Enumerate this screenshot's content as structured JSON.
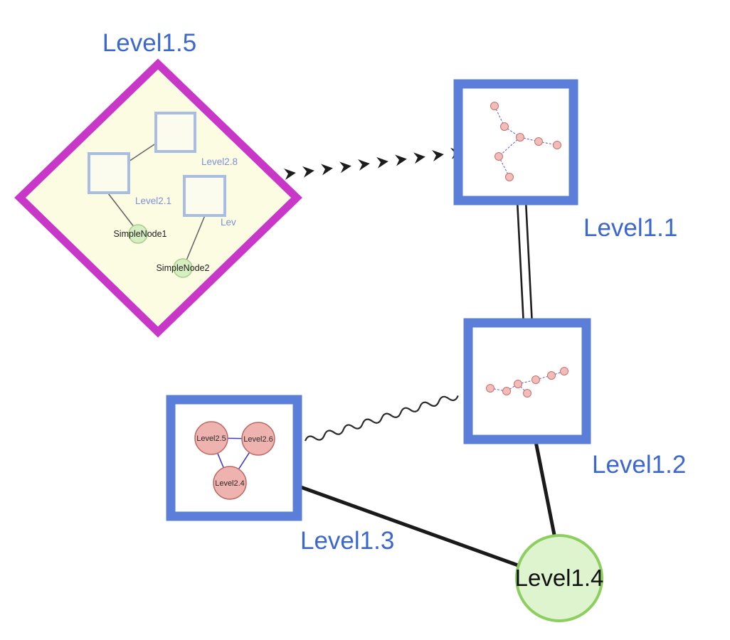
{
  "diagram": {
    "group_node": {
      "label": "Level1.5",
      "children": {
        "square_top_label": "Level2.8",
        "square_left_label": "Level2.1",
        "square_right_label": "Lev",
        "simple_node_1": "SimpleNode1",
        "simple_node_2": "SimpleNode2"
      }
    },
    "nodes": {
      "level11": {
        "label": "Level1.1"
      },
      "level12": {
        "label": "Level1.2"
      },
      "level13": {
        "label": "Level1.3",
        "children": {
          "c1": "Level2.5",
          "c2": "Level2.6",
          "c3": "Level2.4"
        }
      },
      "level14": {
        "label": "Level1.4"
      }
    },
    "edges": [
      {
        "from": "Level1.5",
        "to": "Level1.1",
        "style": "dashed-arrow-chain"
      },
      {
        "from": "Level1.1",
        "to": "Level1.2",
        "style": "double-line"
      },
      {
        "from": "Level1.3",
        "to": "Level1.2",
        "style": "wavy"
      },
      {
        "from": "Level1.3",
        "to": "Level1.4",
        "style": "solid"
      },
      {
        "from": "Level1.2",
        "to": "Level1.4",
        "style": "solid"
      }
    ],
    "colors": {
      "label_blue": "#3a67d0",
      "inner_label_blue": "#7e90d8",
      "diamond_border": "#c837c8",
      "diamond_fill": "#fcfce3",
      "box_border": "#5b7fd8",
      "box_fill": "#ffffff",
      "green_fill": "#def4cf",
      "green_border": "#8ccf5f",
      "small_green_fill": "#d7eec3",
      "small_green_border": "#a8cf8a",
      "pink_fill": "#efb3af",
      "pink_border": "#bb6a66",
      "subgraph_edge_blue": "#5a5ad0",
      "edge_black": "#1c1c1c"
    }
  }
}
